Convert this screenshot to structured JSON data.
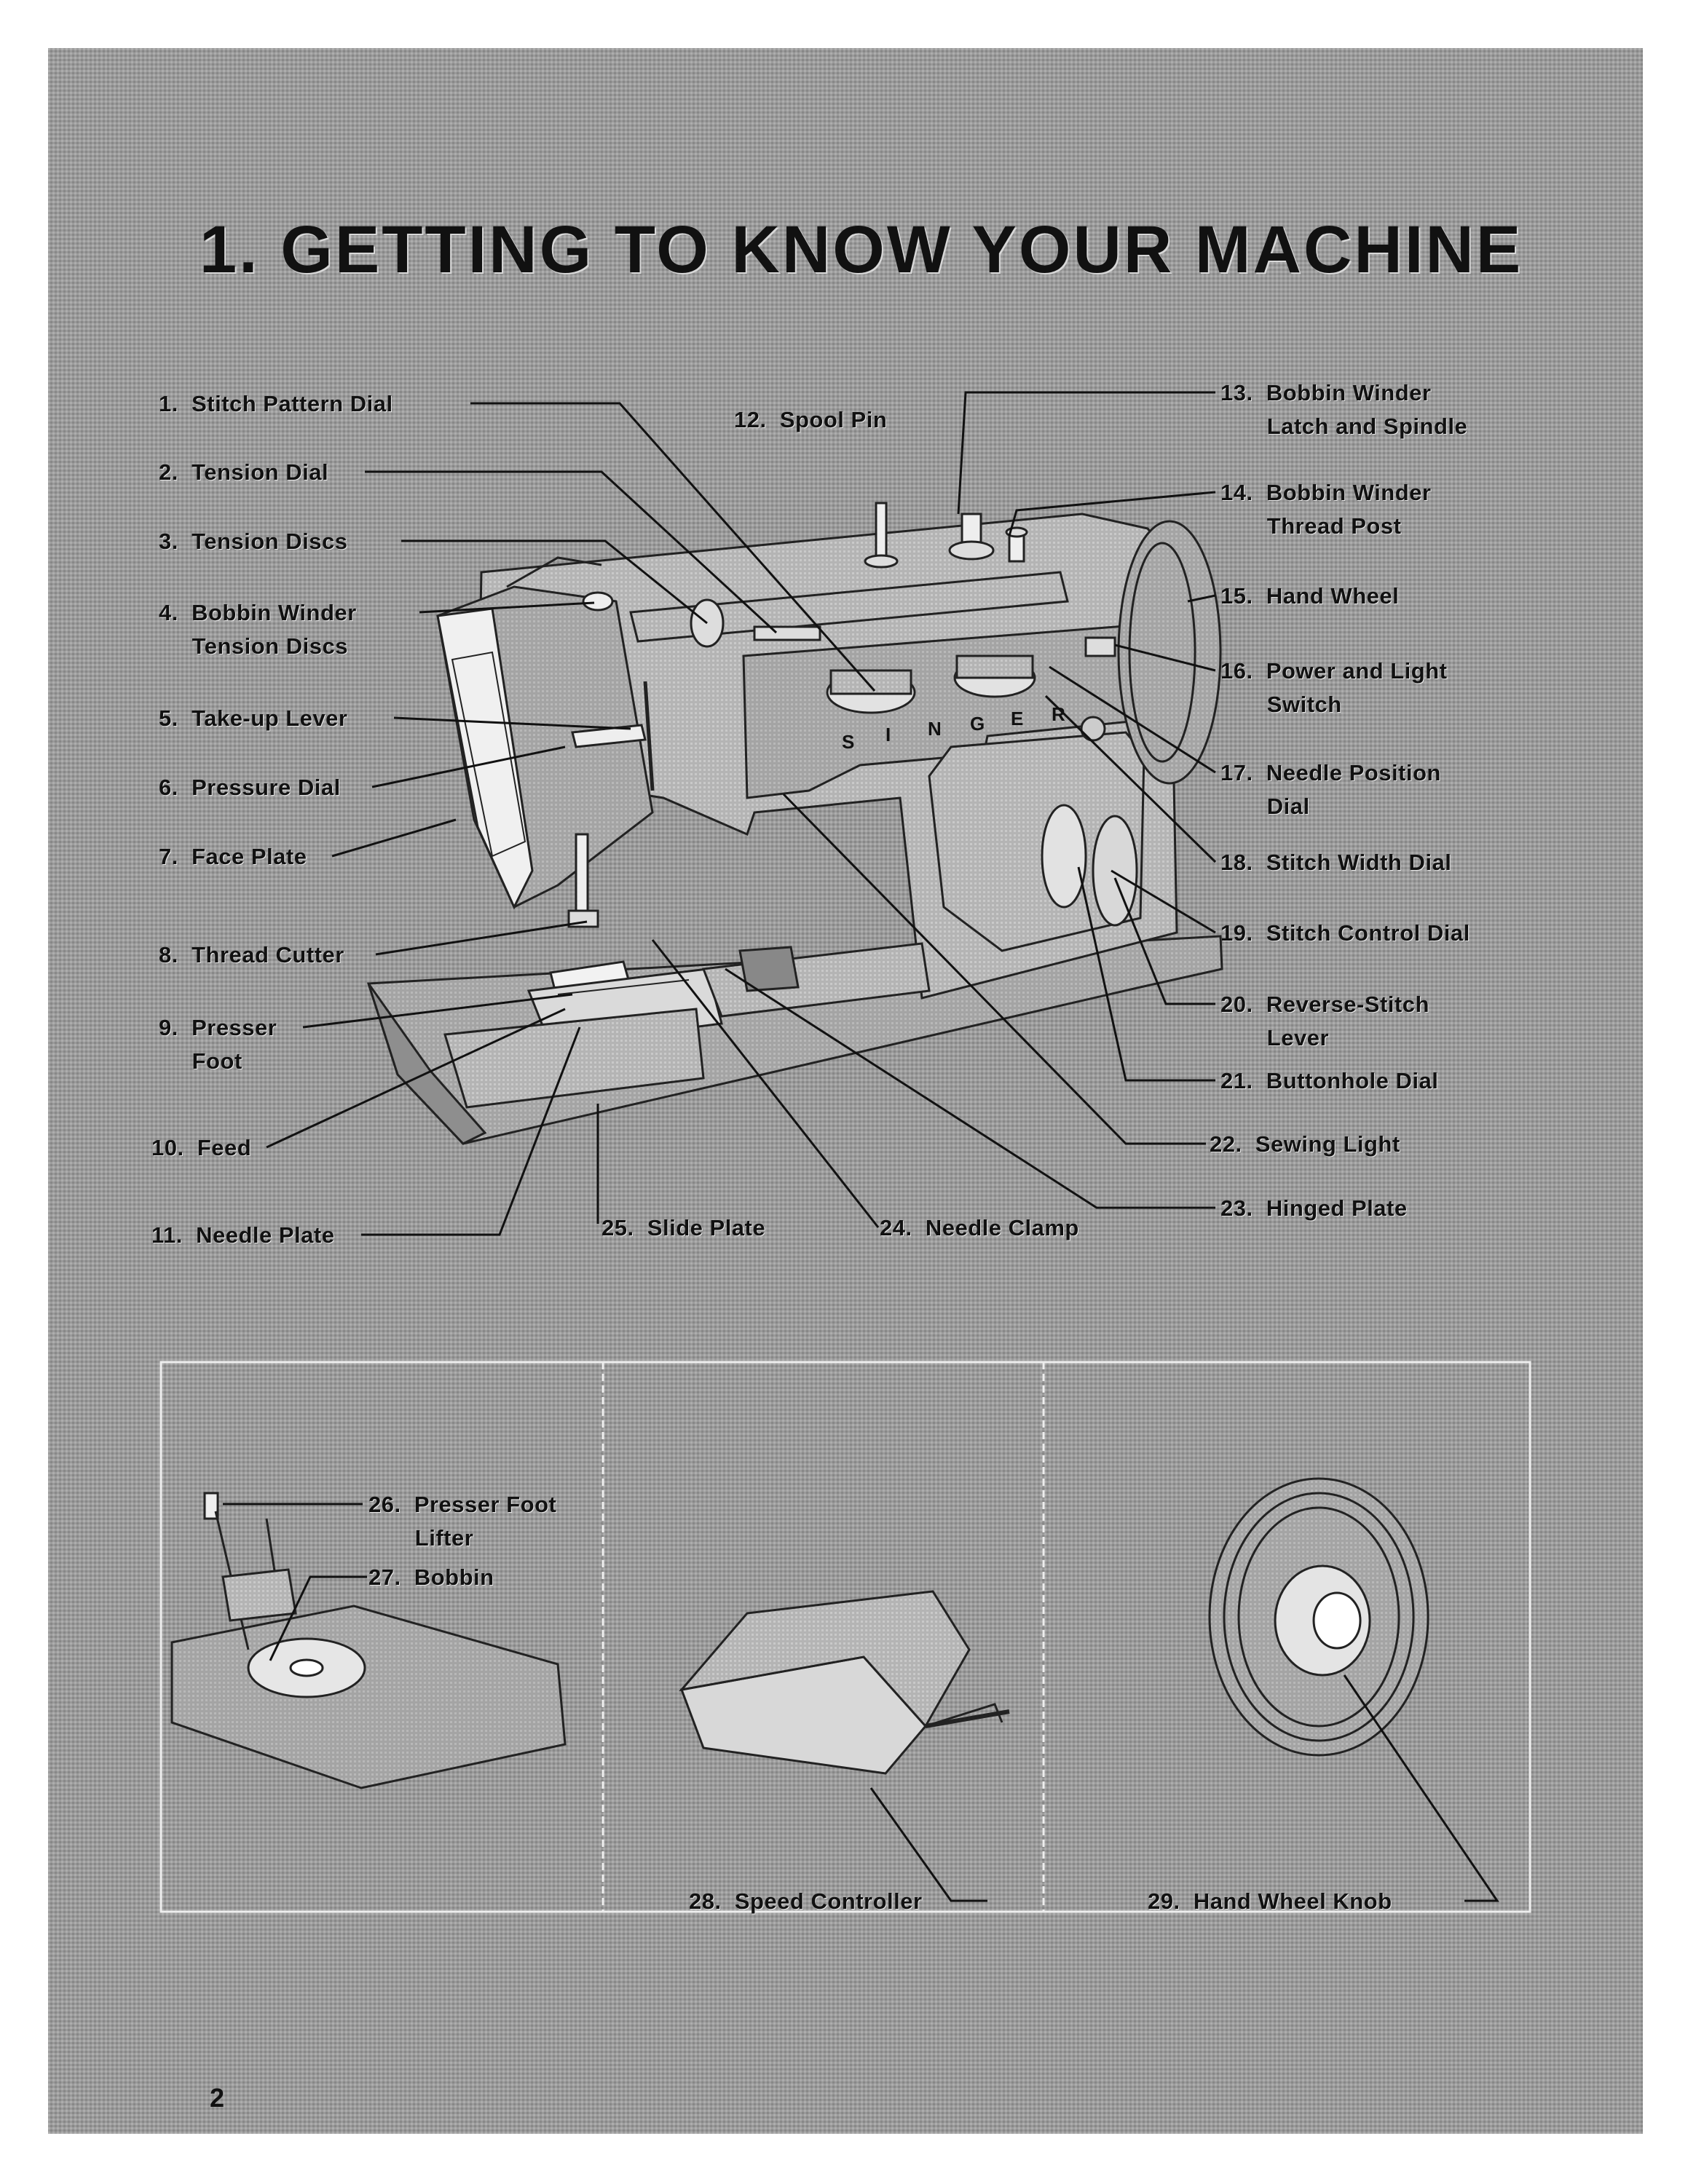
{
  "title": "1. GETTING TO KNOW YOUR MACHINE",
  "page_number": "2",
  "brand": [
    "S",
    "I",
    "N",
    "G",
    "E",
    "R"
  ],
  "labels": [
    "1.  Stitch Pattern Dial",
    "2.  Tension Dial",
    "3.  Tension Discs",
    "4.  Bobbin Winder\n     Tension Discs",
    "5.  Take-up Lever",
    "6.  Pressure Dial",
    "7.  Face Plate",
    "8.  Thread Cutter",
    "9.  Presser\n     Foot",
    "10.  Feed",
    "11.  Needle Plate",
    "12.  Spool Pin",
    "13.  Bobbin Winder\n       Latch and Spindle",
    "14.  Bobbin Winder\n       Thread Post",
    "15.  Hand Wheel",
    "16.  Power and Light\n       Switch",
    "17.  Needle Position\n       Dial",
    "18.  Stitch Width Dial",
    "19.  Stitch Control Dial",
    "20.  Reverse-Stitch\n       Lever",
    "21.  Buttonhole Dial",
    "22.  Sewing Light",
    "23.  Hinged Plate",
    "24.  Needle Clamp",
    "25.  Slide Plate",
    "26.  Presser Foot\n       Lifter",
    "27.  Bobbin",
    "28.  Speed Controller",
    "29.  Hand Wheel Knob"
  ]
}
